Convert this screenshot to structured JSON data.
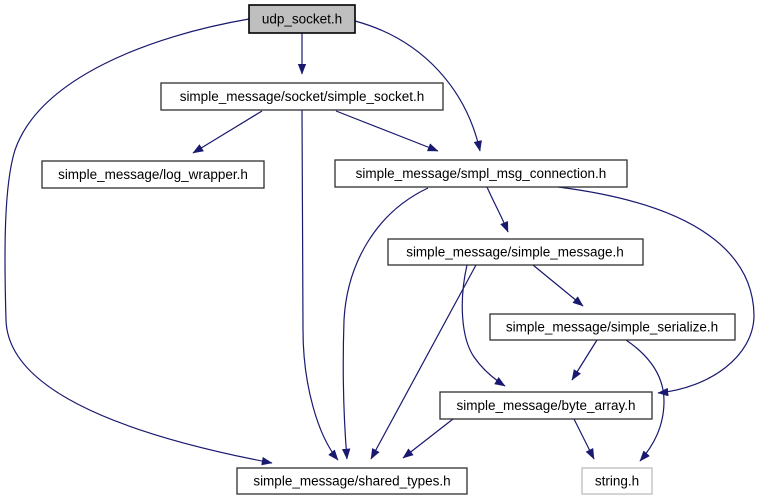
{
  "diagram": {
    "type": "include-dependency-graph",
    "style": {
      "edge_color": "#191970",
      "node_fill": "#ffffff",
      "current_node_fill": "#bfbfbf",
      "node_border": "#303030",
      "external_node_border": "#bdbdbd",
      "text_color": "#000000"
    },
    "nodes": [
      {
        "id": "udp_socket",
        "label": "udp_socket.h",
        "role": "current"
      },
      {
        "id": "simple_socket",
        "label": "simple_message/socket/simple_socket.h",
        "role": "normal"
      },
      {
        "id": "log_wrapper",
        "label": "simple_message/log_wrapper.h",
        "role": "normal"
      },
      {
        "id": "smpl_msg_connection",
        "label": "simple_message/smpl_msg_connection.h",
        "role": "normal"
      },
      {
        "id": "simple_message",
        "label": "simple_message/simple_message.h",
        "role": "normal"
      },
      {
        "id": "simple_serialize",
        "label": "simple_message/simple_serialize.h",
        "role": "normal"
      },
      {
        "id": "byte_array",
        "label": "simple_message/byte_array.h",
        "role": "normal"
      },
      {
        "id": "shared_types",
        "label": "simple_message/shared_types.h",
        "role": "normal"
      },
      {
        "id": "string",
        "label": "string.h",
        "role": "external"
      }
    ],
    "edges": [
      {
        "from": "udp_socket",
        "to": "simple_socket"
      },
      {
        "from": "udp_socket",
        "to": "smpl_msg_connection"
      },
      {
        "from": "udp_socket",
        "to": "shared_types"
      },
      {
        "from": "simple_socket",
        "to": "log_wrapper"
      },
      {
        "from": "simple_socket",
        "to": "smpl_msg_connection"
      },
      {
        "from": "simple_socket",
        "to": "shared_types"
      },
      {
        "from": "smpl_msg_connection",
        "to": "simple_message"
      },
      {
        "from": "smpl_msg_connection",
        "to": "byte_array"
      },
      {
        "from": "smpl_msg_connection",
        "to": "shared_types"
      },
      {
        "from": "simple_message",
        "to": "simple_serialize"
      },
      {
        "from": "simple_message",
        "to": "byte_array"
      },
      {
        "from": "simple_message",
        "to": "shared_types"
      },
      {
        "from": "simple_serialize",
        "to": "byte_array"
      },
      {
        "from": "simple_serialize",
        "to": "string"
      },
      {
        "from": "byte_array",
        "to": "shared_types"
      },
      {
        "from": "byte_array",
        "to": "string"
      }
    ]
  }
}
